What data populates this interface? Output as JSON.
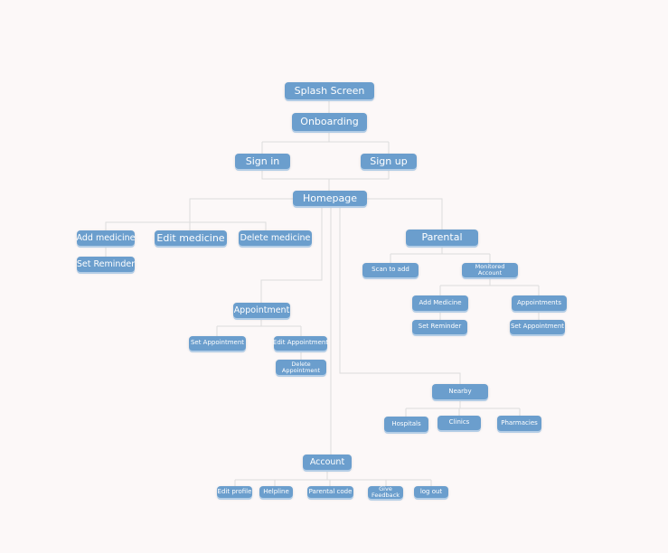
{
  "nodes": {
    "splash": "Splash Screen",
    "onboarding": "Onboarding",
    "signin": "Sign in",
    "signup": "Sign up",
    "homepage": "Homepage",
    "add_medicine": "Add medicine",
    "set_reminder": "Set Reminder",
    "edit_medicine": "Edit medicine",
    "delete_medicine": "Delete medicine",
    "parental": "Parental",
    "scan_to_add": "Scan to add",
    "monitored_account": "Monitored Account",
    "p_add_medicine": "Add Medicine",
    "p_set_reminder": "Set Reminder",
    "p_appointments": "Appointments",
    "p_set_appointment": "Set Appointment",
    "appointment": "Appointment",
    "set_appointment": "Set Appointment",
    "edit_appointment": "Edit Appointment",
    "delete_appointment": "Delete Appointment",
    "nearby": "Nearby",
    "hospitals": "Hospitals",
    "clinics": "Clinics",
    "pharmacies": "Pharmacies",
    "account": "Account",
    "edit_profile": "Edit profile",
    "helpline": "Helpline",
    "parental_code": "Parental code",
    "give_feedback": "Give Feedback",
    "log_out": "log out"
  },
  "colors": {
    "node_fill": "#6b9ecd",
    "node_text": "#ffffff",
    "connector": "#dddddd",
    "background": "#fcf8f8"
  }
}
